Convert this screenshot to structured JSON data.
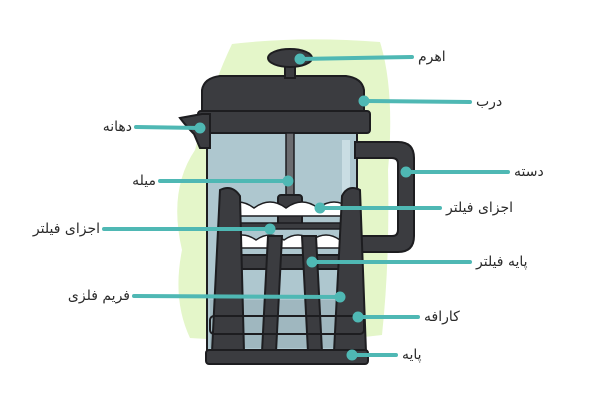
{
  "colors": {
    "leader": "#4fb8b4",
    "body": "#3b3c40",
    "outline": "#1d1d20",
    "glass": "#aec7cf",
    "filter": "#ffffff",
    "backdrop": "#e4f6c9"
  },
  "labels": {
    "lever": "اهرم",
    "lid": "درب",
    "spout": "دهانه",
    "handle": "دسته",
    "rod": "میله",
    "filter_parts_right": "اجزای فیلتر",
    "filter_parts_left": "اجزای فیلتر",
    "filter_base": "پایه فیلتر",
    "metal_frame": "فریم فلزی",
    "carafe": "کارافه",
    "base": "پایه"
  }
}
